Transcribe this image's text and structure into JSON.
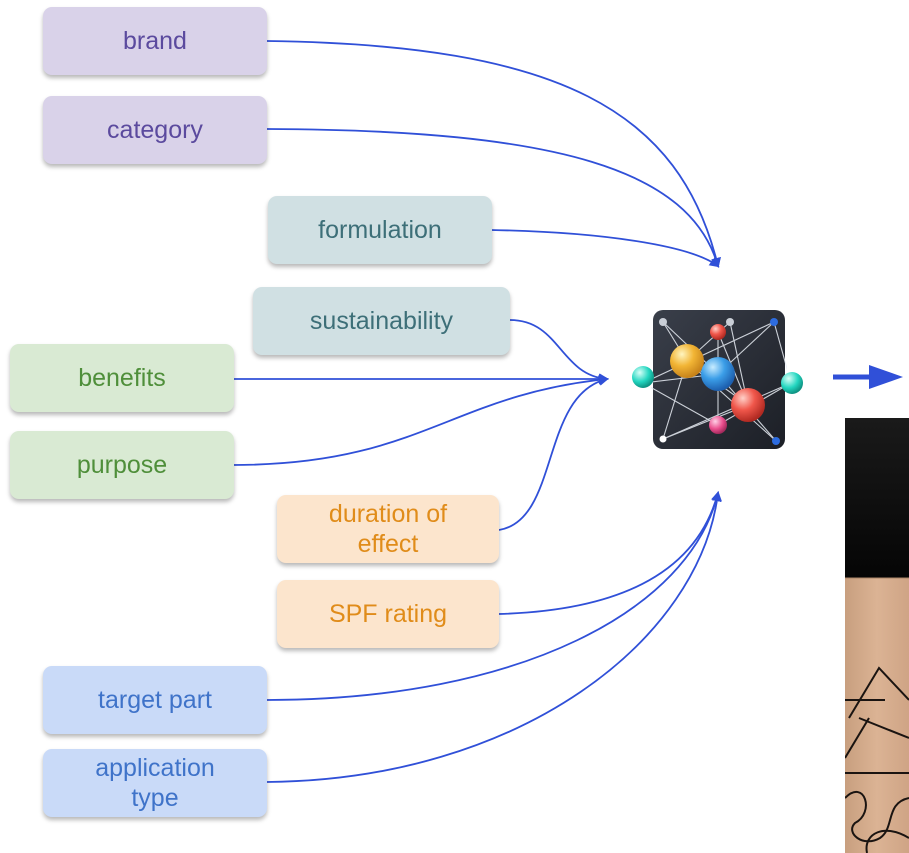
{
  "inputs": {
    "brand": "brand",
    "category": "category",
    "formulation": "formulation",
    "sustainability": "sustainability",
    "benefits": "benefits",
    "purpose": "purpose",
    "duration_of_effect": "duration of effect",
    "spf_rating": "SPF rating",
    "target_part": "target part",
    "application_type": "application type"
  },
  "model": {
    "icon": "neural-network-icon"
  },
  "output": {
    "image": "foundation-bottle-image",
    "arrow": "right-arrow-icon"
  },
  "colors": {
    "arrow": "#3050d8",
    "purple": "#d9d2e9",
    "teal": "#d0e0e3",
    "green": "#d9ead3",
    "orange": "#fce5cd",
    "blue": "#c9daf8"
  }
}
